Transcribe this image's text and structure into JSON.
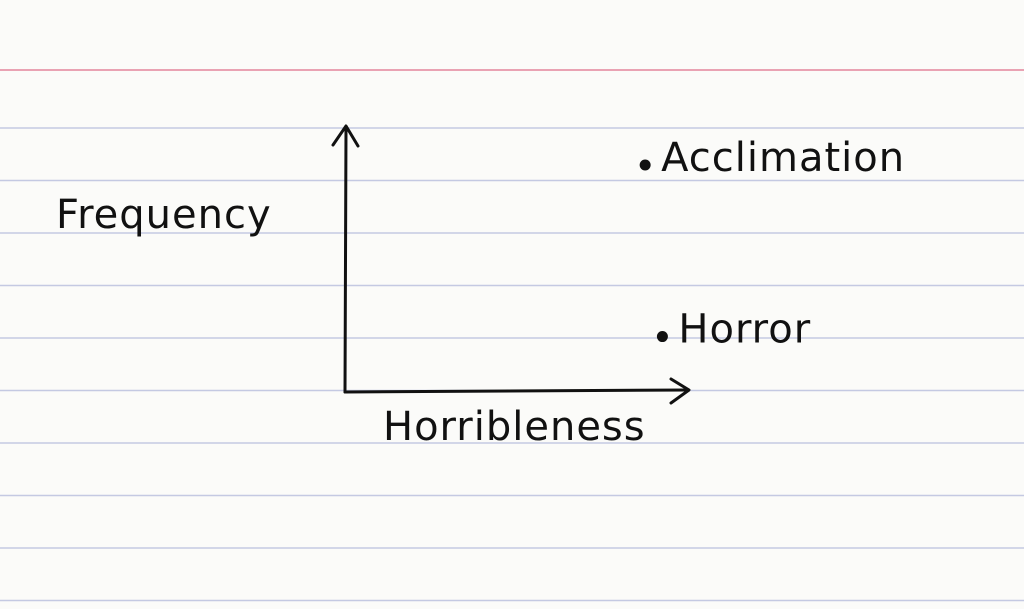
{
  "chart_data": {
    "type": "scatter",
    "title": "",
    "xlabel": "Horribleness",
    "ylabel": "Frequency",
    "axis_ticks": false,
    "grid": false,
    "points": [
      {
        "label": "Acclimation",
        "x": 0.87,
        "y": 0.86
      },
      {
        "label": "Horror",
        "x": 0.92,
        "y": 0.21
      }
    ]
  }
}
